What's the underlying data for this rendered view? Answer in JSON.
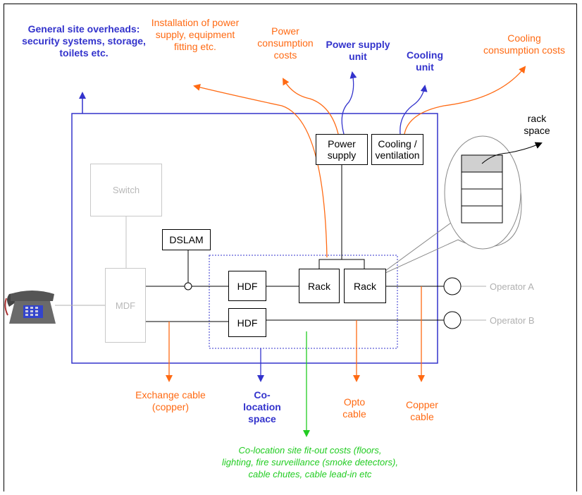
{
  "labels": {
    "overheads": "General site overheads: security systems, storage, toilets etc.",
    "installation": "Installation of power supply, equipment fitting etc.",
    "power_consumption": "Power consumption costs",
    "power_supply_unit": "Power supply unit",
    "cooling_unit": "Cooling unit",
    "cooling_consumption": "Cooling consumption costs",
    "rack_space": "rack space",
    "exchange_cable": "Exchange cable (copper)",
    "colocation_space": "Co-location space",
    "opto_cable": "Opto cable",
    "copper_cable": "Copper cable",
    "fitout_costs": "Co-location site fit-out costs (floors, lighting, fire surveillance (smoke detectors), cable chutes, cable lead-in etc",
    "operator_a": "Operator A",
    "operator_b": "Operator B"
  },
  "boxes": {
    "power_supply": "Power supply",
    "cooling": "Cooling / ventilation",
    "switch": "Switch",
    "dslam": "DSLAM",
    "mdf": "MDF",
    "hdf1": "HDF",
    "hdf2": "HDF",
    "rack1": "Rack",
    "rack2": "Rack"
  },
  "colors": {
    "blue": "#3333cc",
    "orange": "#ff6a13",
    "green": "#22cc22",
    "grey": "#b0b0b0"
  },
  "icons": [
    "telephone-icon"
  ]
}
